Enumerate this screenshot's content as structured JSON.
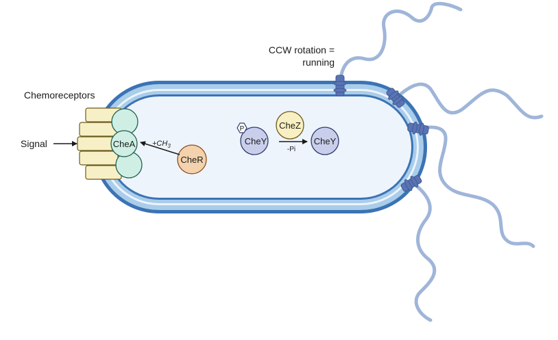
{
  "labels": {
    "ccw_line1": "CCW rotation =",
    "ccw_line2": "running",
    "chemoreceptors": "Chemoreceptors",
    "signal": "Signal",
    "methyl": "+CH",
    "methyl_sub": "3",
    "pi_loss": "-Pi"
  },
  "proteins": {
    "chea": "CheA",
    "cher": "CheR",
    "chey_p": "CheY",
    "phospho": "P",
    "chez": "CheZ",
    "chey": "CheY"
  },
  "colors": {
    "membrane_dark": "#3b73b5",
    "membrane_light": "#a9cdea",
    "cytoplasm": "#eef4fb",
    "flagellum": "#9fb5d9",
    "motor": "#5a74b3",
    "receptor": "#f7f0c6",
    "chea": "#cfeee4",
    "cher": "#f3d2ad",
    "chey": "#c9cfeb",
    "chez": "#f8f0c2"
  }
}
